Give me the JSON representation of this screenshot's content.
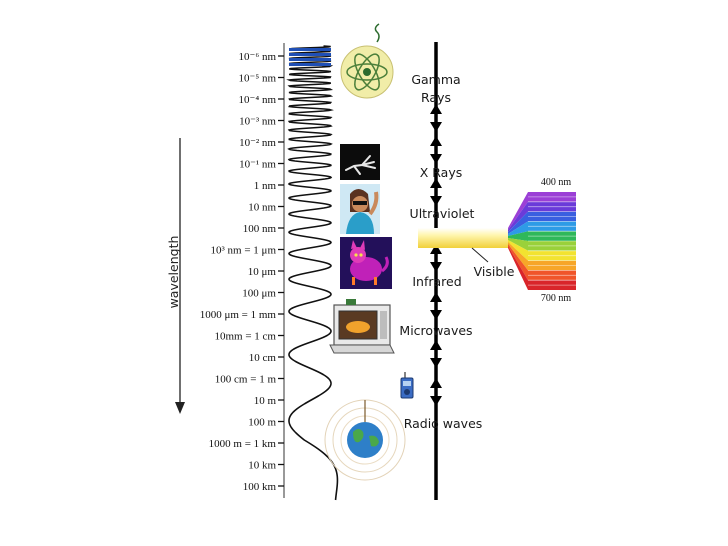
{
  "wavelength_axis": {
    "title": "wavelength",
    "ticks": [
      {
        "label": "10⁻⁶ nm"
      },
      {
        "label": "10⁻⁵ nm"
      },
      {
        "label": "10⁻⁴ nm"
      },
      {
        "label": "10⁻³ nm"
      },
      {
        "label": "10⁻² nm"
      },
      {
        "label": "10⁻¹ nm"
      },
      {
        "label": "1 nm"
      },
      {
        "label": "10 nm"
      },
      {
        "label": "100 nm"
      },
      {
        "label": "10³ nm = 1 μm"
      },
      {
        "label": "10 μm"
      },
      {
        "label": "100 μm"
      },
      {
        "label": "1000 μm = 1 mm"
      },
      {
        "label": "10mm = 1 cm"
      },
      {
        "label": "10 cm"
      },
      {
        "label": "100 cm = 1 m"
      },
      {
        "label": "10 m"
      },
      {
        "label": "100 m"
      },
      {
        "label": "1000 m = 1 km"
      },
      {
        "label": "10 km"
      },
      {
        "label": "100 km"
      }
    ]
  },
  "bands": [
    {
      "label": "Gamma"
    },
    {
      "label": "Rays"
    },
    {
      "label": "X Rays"
    },
    {
      "label": "Ultraviolet"
    },
    {
      "label": "Infrared"
    },
    {
      "label": "Microwaves"
    },
    {
      "label": "Radio waves"
    }
  ],
  "visible_spectrum": {
    "label": "Visible",
    "top_label": "400 nm",
    "bottom_label": "700 nm",
    "colors": [
      "#9b3fd6",
      "#6a3bd9",
      "#3a5fe0",
      "#2e9be6",
      "#2fb85a",
      "#9ad13a",
      "#f2e330",
      "#f7a628",
      "#f0552a",
      "#d9252a"
    ]
  },
  "pictures": [
    {
      "icon": "atom-icon"
    },
    {
      "icon": "xray-hand-icon"
    },
    {
      "icon": "sunbather-icon"
    },
    {
      "icon": "thermal-cat-icon"
    },
    {
      "icon": "microwave-oven-icon"
    },
    {
      "icon": "radio-icon"
    },
    {
      "icon": "earth-broadcast-icon"
    }
  ]
}
